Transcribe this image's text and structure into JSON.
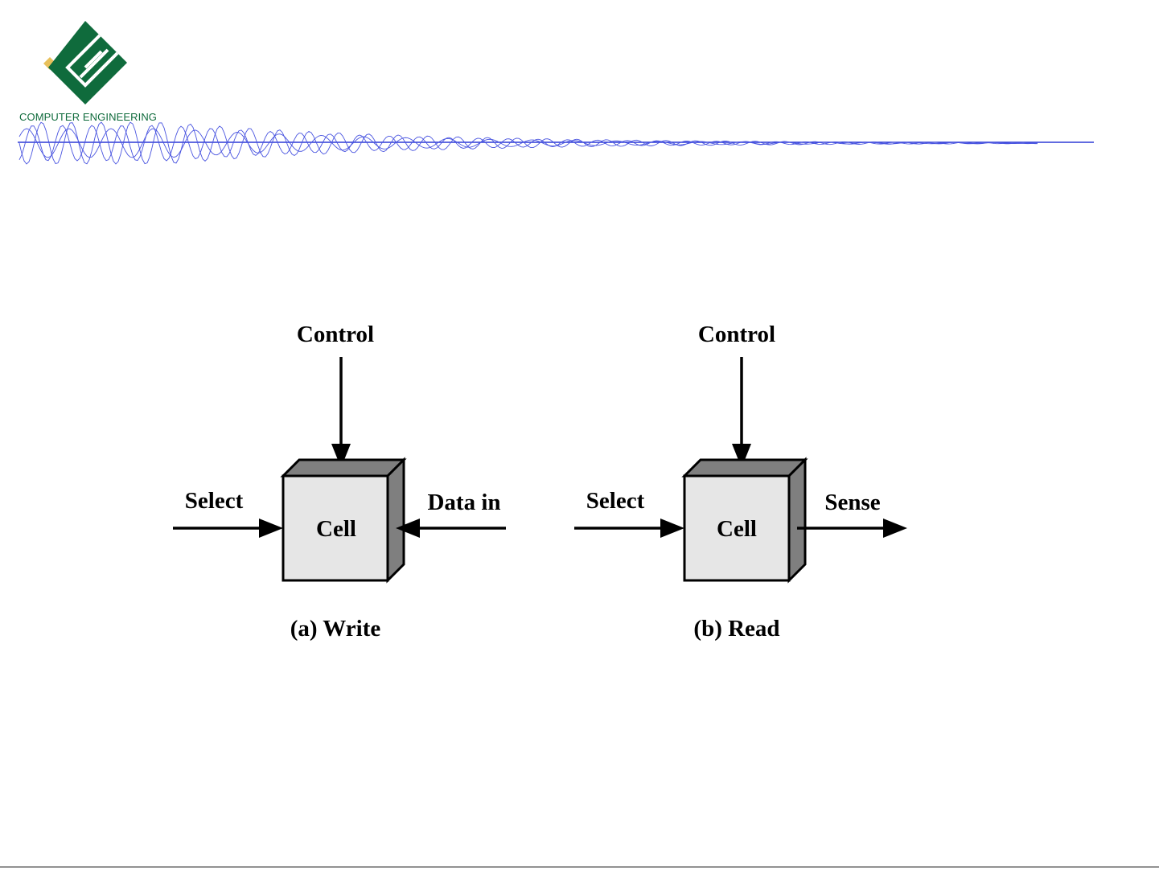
{
  "header": {
    "logo_text": "COMPUTER ENGINEERING",
    "logo_icon": "ce-diamond-logo-icon"
  },
  "colors": {
    "logo_green": "#0f6b3c",
    "logo_gold": "#e8c05a",
    "wave_blue": "#2d3ad6",
    "cell_face": "#e6e6e6",
    "cell_side": "#7f7f7f"
  },
  "diagram": {
    "write": {
      "control_label": "Control",
      "select_label": "Select",
      "data_in_label": "Data in",
      "cell_label": "Cell",
      "caption": "(a) Write"
    },
    "read": {
      "control_label": "Control",
      "select_label": "Select",
      "sense_label": "Sense",
      "cell_label": "Cell",
      "caption": "(b) Read"
    }
  }
}
